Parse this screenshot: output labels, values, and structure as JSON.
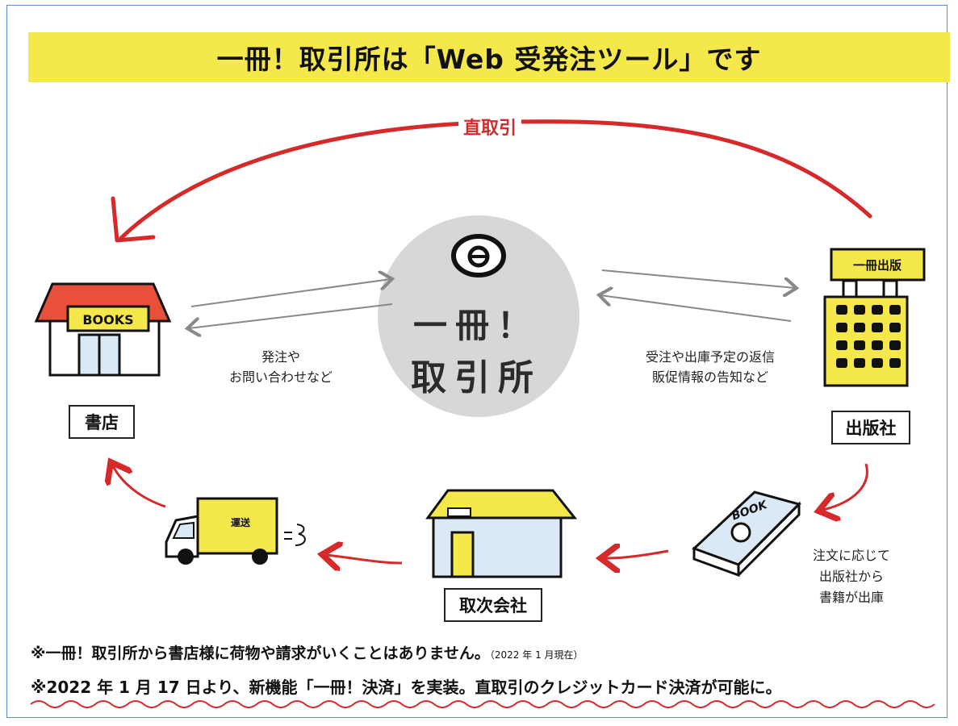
{
  "header": {
    "title": "一冊！取引所は「Web 受発注ツール」です"
  },
  "center": {
    "line1": "一冊！",
    "line2": "取引所"
  },
  "direct_trade": {
    "label": "直取引"
  },
  "nodes": {
    "bookstore": {
      "label": "書店",
      "sign": "BOOKS"
    },
    "publisher": {
      "label": "出版社",
      "sign": "一冊出版"
    },
    "distributor": {
      "label": "取次会社"
    },
    "truck": {
      "text": "運送"
    },
    "book": {
      "text": "BOOK"
    }
  },
  "flows": {
    "bookstore_to_center": [
      "発注や",
      "お問い合わせなど"
    ],
    "publisher_to_center": [
      "受注や出庫予定の返信",
      "販促情報の告知など"
    ],
    "publisher_to_book": [
      "注文に応じて",
      "出版社から",
      "書籍が出庫"
    ]
  },
  "footer": {
    "note1": "※一冊！取引所から書店様に荷物や請求がいくことはありません。",
    "note1_suffix": "（2022 年 1 月現在）",
    "note2": "※2022 年 1 月 17 日より、新機能「一冊！決済」を実装。直取引のクレジットカード決済が可能に。"
  },
  "colors": {
    "banner": "#f5e84a",
    "red_arrow": "#d62a2a",
    "gray_circle": "#d7d7d7",
    "building_yellow": "#f5e84a",
    "warehouse_blue": "#dbe9f6",
    "roof_red": "#e8503a"
  }
}
